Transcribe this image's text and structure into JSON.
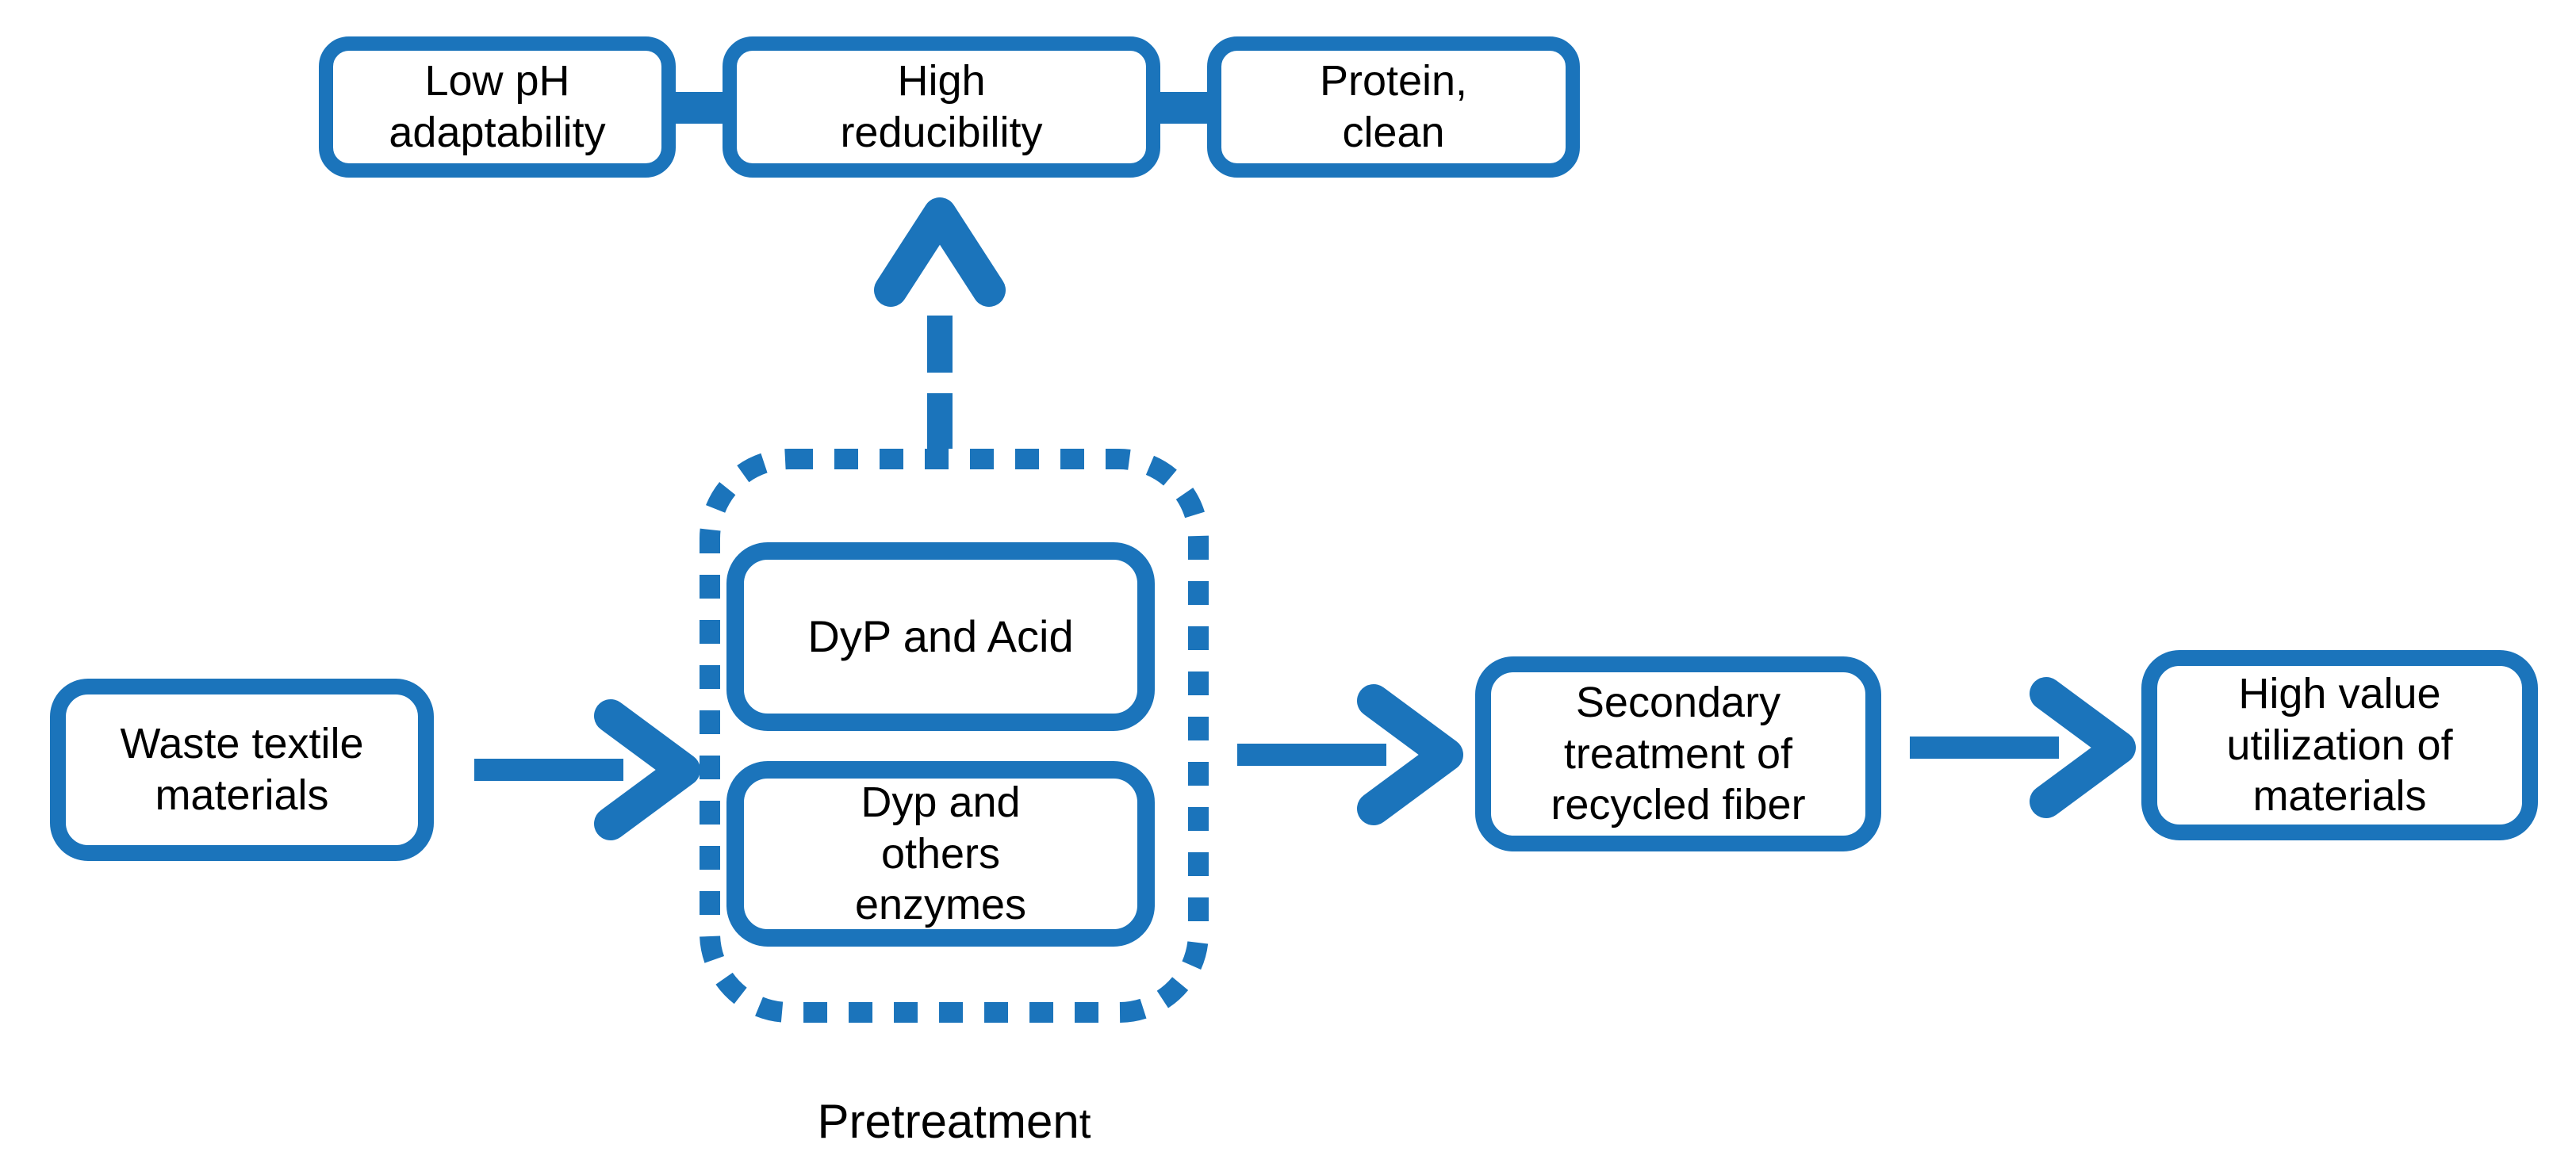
{
  "diagram": {
    "accent_color": "#1b74bb",
    "background_color": "#ffffff",
    "text_color": "#000000",
    "top_row": {
      "boxes": [
        {
          "label": "Low pH\nadaptability"
        },
        {
          "label": "High\nreducibility"
        },
        {
          "label": "Protein,\nclean"
        }
      ]
    },
    "pretreatment": {
      "inner_boxes": [
        {
          "label": "DyP and Acid"
        },
        {
          "label": "Dyp and\nothers\nenzymes"
        }
      ],
      "caption_main": "Pretreatmen",
      "caption_tail": "t"
    },
    "main_flow": {
      "start": {
        "label": "Waste textile\nmaterials"
      },
      "secondary": {
        "label": "Secondary\ntreatment of\nrecycled fiber"
      },
      "end": {
        "label": "High value\nutilization of\nmaterials"
      }
    },
    "icons": {
      "flow_arrow": "thick-right-chevron-arrow",
      "upward_link": "dashed-up-chevron-arrow",
      "group_border": "dotted-rounded-rectangle",
      "box_link": "short-horizontal-bar"
    }
  }
}
